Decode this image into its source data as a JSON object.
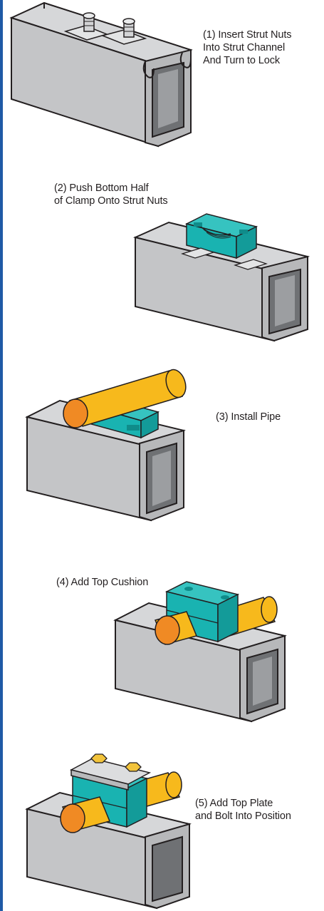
{
  "steps": [
    {
      "label": "(1) Insert Strut Nuts\nInto Strut Channel\nAnd Turn to Lock"
    },
    {
      "label": "(2) Push Bottom Half\nof Clamp Onto Strut Nuts"
    },
    {
      "label": "(3) Install Pipe"
    },
    {
      "label": "(4) Add Top Cushion"
    },
    {
      "label": "(5) Add Top Plate\nand Bolt Into Position"
    }
  ],
  "colors": {
    "accent_rule": "#1f5aa6",
    "channel_face": "#c8c9cb",
    "channel_dark": "#8f9194",
    "clamp_teal": "#19b3b1",
    "pipe_yellow": "#f7b91c",
    "pipe_end": "#f08a24",
    "plate_gray": "#cfd0d2",
    "bolt_gold": "#f2c33b"
  },
  "icons": [
    "strut-channel",
    "strut-nut",
    "clamp-bottom-half",
    "pipe",
    "clamp-top-half",
    "top-plate",
    "bolt"
  ]
}
